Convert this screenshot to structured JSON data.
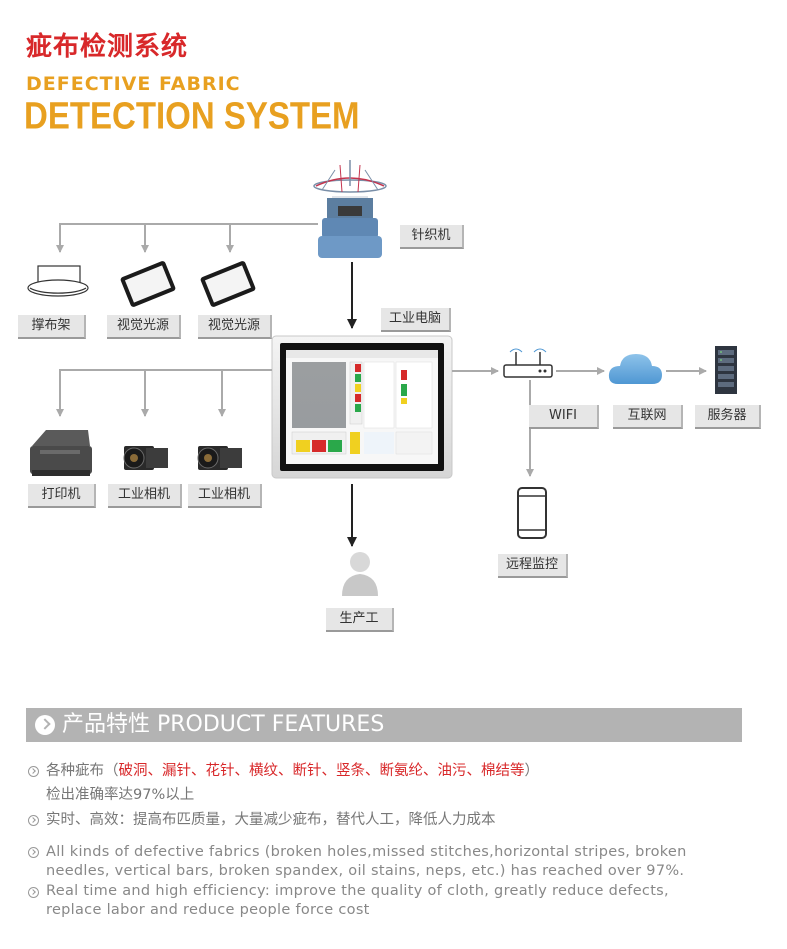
{
  "header": {
    "title_cn": "疵布检测系统",
    "title_en_line1": "DEFECTIVE FABRIC",
    "title_en_line2": "DETECTION SYSTEM"
  },
  "diagram": {
    "knitting_machine": "针织机",
    "fabric_rack": "撑布架",
    "light_source_1": "视觉光源",
    "light_source_2": "视觉光源",
    "industrial_pc": "工业电脑",
    "printer": "打印机",
    "camera_1": "工业相机",
    "camera_2": "工业相机",
    "wifi": "WIFI",
    "internet": "互联网",
    "server": "服务器",
    "remote_monitor": "远程监控",
    "operator": "生产工"
  },
  "features": {
    "heading": "产品特性 PRODUCT FEATURES",
    "item1_prefix": "各种疵布（",
    "item1_highlight": "破洞、漏针、花针、横纹、断针、竖条、断氨纶、油污、棉结等",
    "item1_suffix": "）",
    "item1_line2": "检出准确率达97%以上",
    "item2": "实时、高效：提高布匹质量，大量减少疵布，替代人工，降低人力成本",
    "en1_line1": "All kinds of defective fabrics (broken holes,missed stitches,horizontal stripes, broken",
    "en1_line2": "needles, vertical bars, broken spandex, oil stains, neps, etc.) has reached over 97%.",
    "en2_line1": "Real time and high efficiency: improve the quality of cloth, greatly reduce defects,",
    "en2_line2": "replace labor and reduce people force cost"
  },
  "colors": {
    "title_red": "#d8282a",
    "title_gold": "#e8a020",
    "connector_gray": "#aaaaaa",
    "highlight_red": "#d8282a"
  }
}
